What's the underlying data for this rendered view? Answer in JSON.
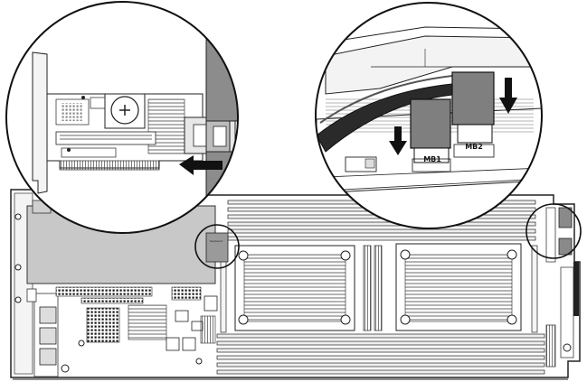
{
  "figure": {
    "connector_labels": {
      "mb1": "MB1",
      "mb2": "MB2"
    },
    "board_callout_label": "Keyboard"
  }
}
